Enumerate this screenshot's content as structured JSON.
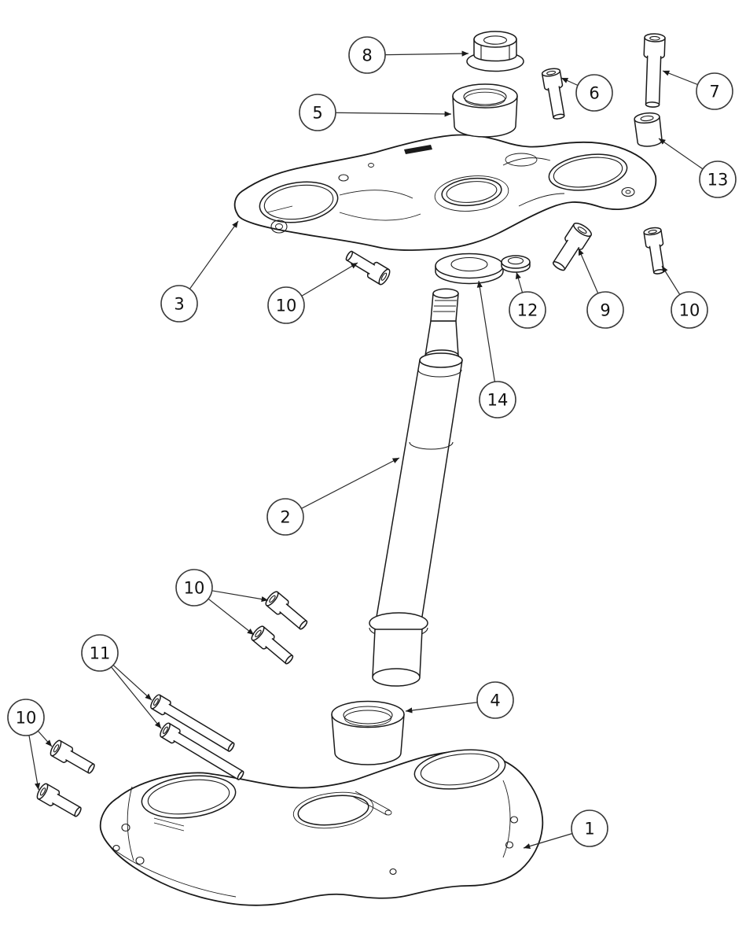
{
  "figure": {
    "kind": "exploded-parts-diagram",
    "background": "#ffffff",
    "line_color": "#1a1a1a",
    "callouts": [
      {
        "label": "8"
      },
      {
        "label": "6"
      },
      {
        "label": "7"
      },
      {
        "label": "13"
      },
      {
        "label": "5"
      },
      {
        "label": "3"
      },
      {
        "label": "10"
      },
      {
        "label": "12"
      },
      {
        "label": "9"
      },
      {
        "label": "10"
      },
      {
        "label": "14"
      },
      {
        "label": "2"
      },
      {
        "label": "10"
      },
      {
        "label": "11"
      },
      {
        "label": "10"
      },
      {
        "label": "4"
      },
      {
        "label": "1"
      }
    ]
  }
}
